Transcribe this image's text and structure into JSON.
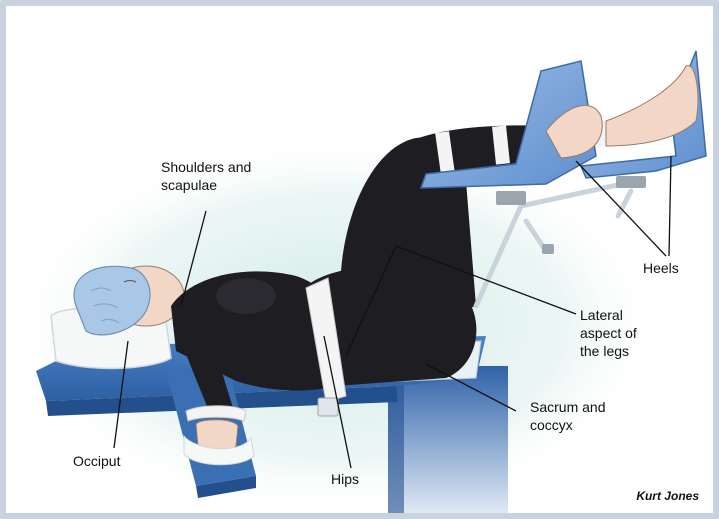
{
  "labels": {
    "shoulders": "Shoulders and\nscapulae",
    "heels": "Heels",
    "lateral_legs": "Lateral\naspect of\nthe legs",
    "sacrum": "Sacrum and\ncoccyx",
    "occiput": "Occiput",
    "hips": "Hips"
  },
  "credit": "Kurt Jones",
  "colors": {
    "table_blue": "#3a6fb3",
    "stirrup_blue": "#7fa6d8",
    "body_black": "#1e1e22",
    "strap_white": "#f4f4f4",
    "glow": "#bfe3dc"
  }
}
